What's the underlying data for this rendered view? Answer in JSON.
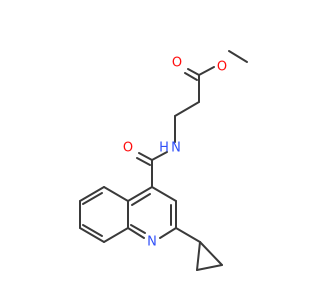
{
  "molecule": {
    "colors": {
      "bond": "#3a3a3a",
      "O": "#ff0d0d",
      "N": "#3050f8"
    },
    "atoms": [
      {
        "id": "O_ester",
        "label": "O",
        "element": "O"
      },
      {
        "id": "O_carbonyl_ester",
        "label": "O",
        "element": "O"
      },
      {
        "id": "O_amide",
        "label": "O",
        "element": "O"
      },
      {
        "id": "N_amide",
        "label": "N",
        "element": "N"
      },
      {
        "id": "H_amide",
        "label": "H",
        "element": "N"
      },
      {
        "id": "N_quinoline",
        "label": "N",
        "element": "N"
      }
    ]
  }
}
